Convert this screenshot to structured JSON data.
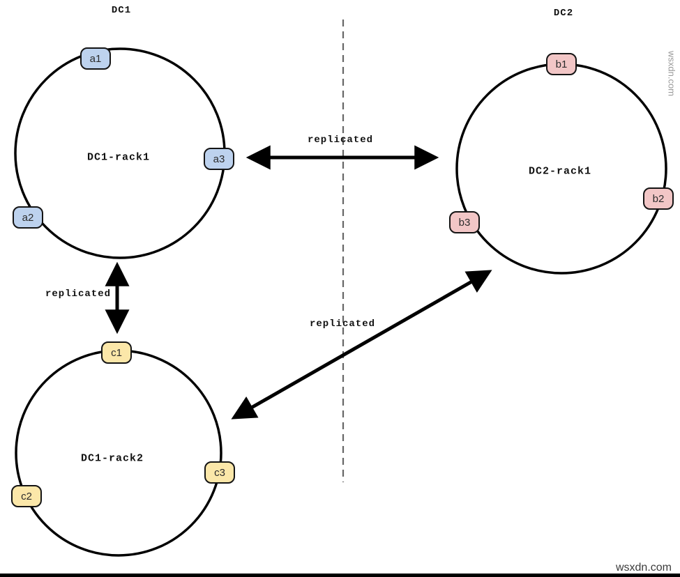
{
  "diagram": {
    "datacenters": [
      {
        "label": "DC1"
      },
      {
        "label": "DC2"
      }
    ],
    "rings": [
      {
        "name": "DC1-rack1",
        "datacenter": "DC1",
        "node_color": "#bdd2ee",
        "nodes": [
          "a1",
          "a2",
          "a3"
        ]
      },
      {
        "name": "DC2-rack1",
        "datacenter": "DC2",
        "node_color": "#f2c6c6",
        "nodes": [
          "b1",
          "b2",
          "b3"
        ]
      },
      {
        "name": "DC1-rack2",
        "datacenter": "DC1",
        "node_color": "#fbe7a9",
        "nodes": [
          "c1",
          "c2",
          "c3"
        ]
      }
    ],
    "replication_links": [
      {
        "label": "replicated",
        "from": "DC1-rack1",
        "to": "DC2-rack1"
      },
      {
        "label": "replicated",
        "from": "DC1-rack1",
        "to": "DC1-rack2"
      },
      {
        "label": "replicated",
        "from": "DC1-rack2",
        "to": "DC2-rack1"
      }
    ],
    "colors": {
      "ring_stroke": "#000000",
      "arrow": "#000000",
      "boundary_dash": "#666666"
    }
  },
  "watermark": {
    "side": "wsxdn.com",
    "bottom": "wsxdn.com"
  }
}
